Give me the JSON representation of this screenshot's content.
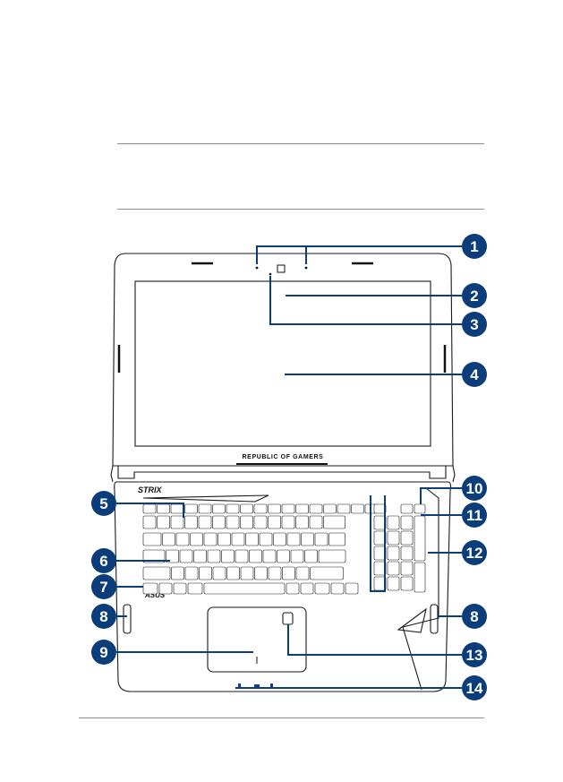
{
  "figure": {
    "screen_logo": "REPUBLIC OF GAMERS",
    "deck_brand": "STRIX",
    "keyboard_brand": "ASUS",
    "callouts": [
      "1",
      "2",
      "3",
      "4",
      "5",
      "6",
      "7",
      "8",
      "9",
      "10",
      "11",
      "8",
      "12",
      "13",
      "14"
    ]
  },
  "colors": {
    "callout": "#0a3d7a",
    "rule": "#8a8a8a"
  }
}
